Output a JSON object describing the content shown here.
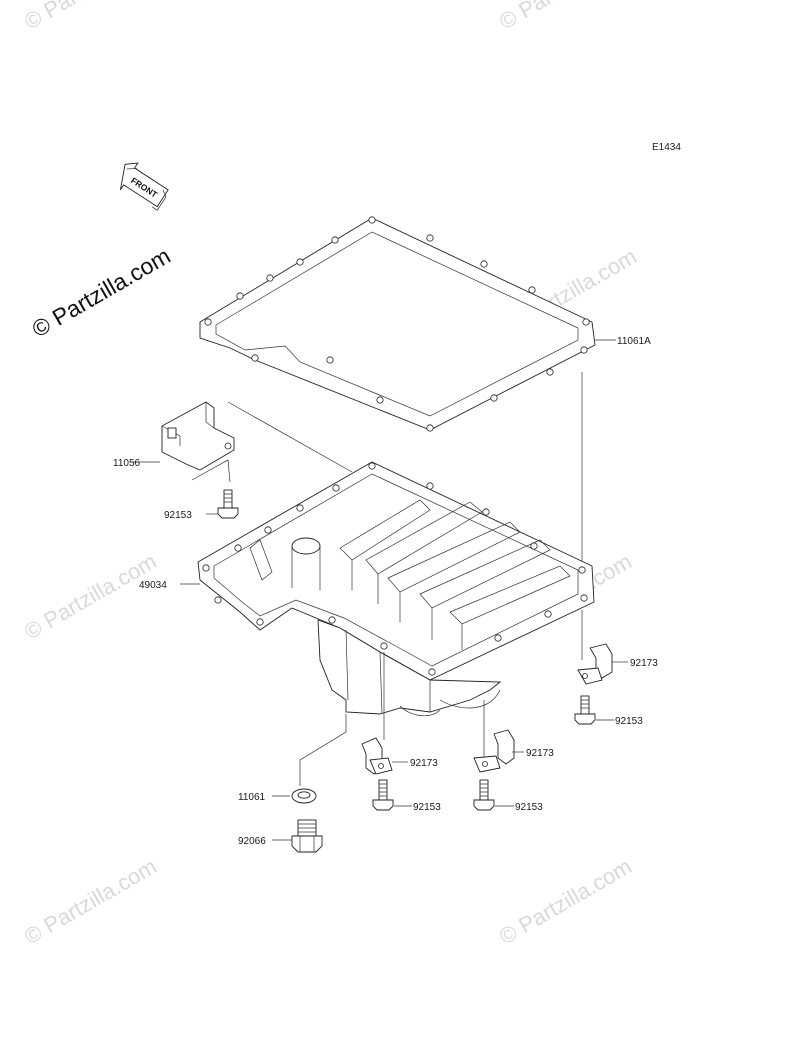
{
  "diagram": {
    "ref_code": "E1434",
    "front_marker": "FRONT",
    "watermark_main": "© Partzilla.com",
    "watermark_faint": "© Partzilla.com",
    "part_labels": {
      "gasket": "11061A",
      "bracket": "11056",
      "bolt_bracket": "92153",
      "oil_pan": "49034",
      "clamp_right": "92173",
      "bolt_right": "92153",
      "clamp_mid_left": "92173",
      "clamp_mid_right": "92173",
      "washer": "11061",
      "bolt_mid_left": "92153",
      "bolt_mid_right": "92153",
      "drain_plug": "92066"
    }
  }
}
